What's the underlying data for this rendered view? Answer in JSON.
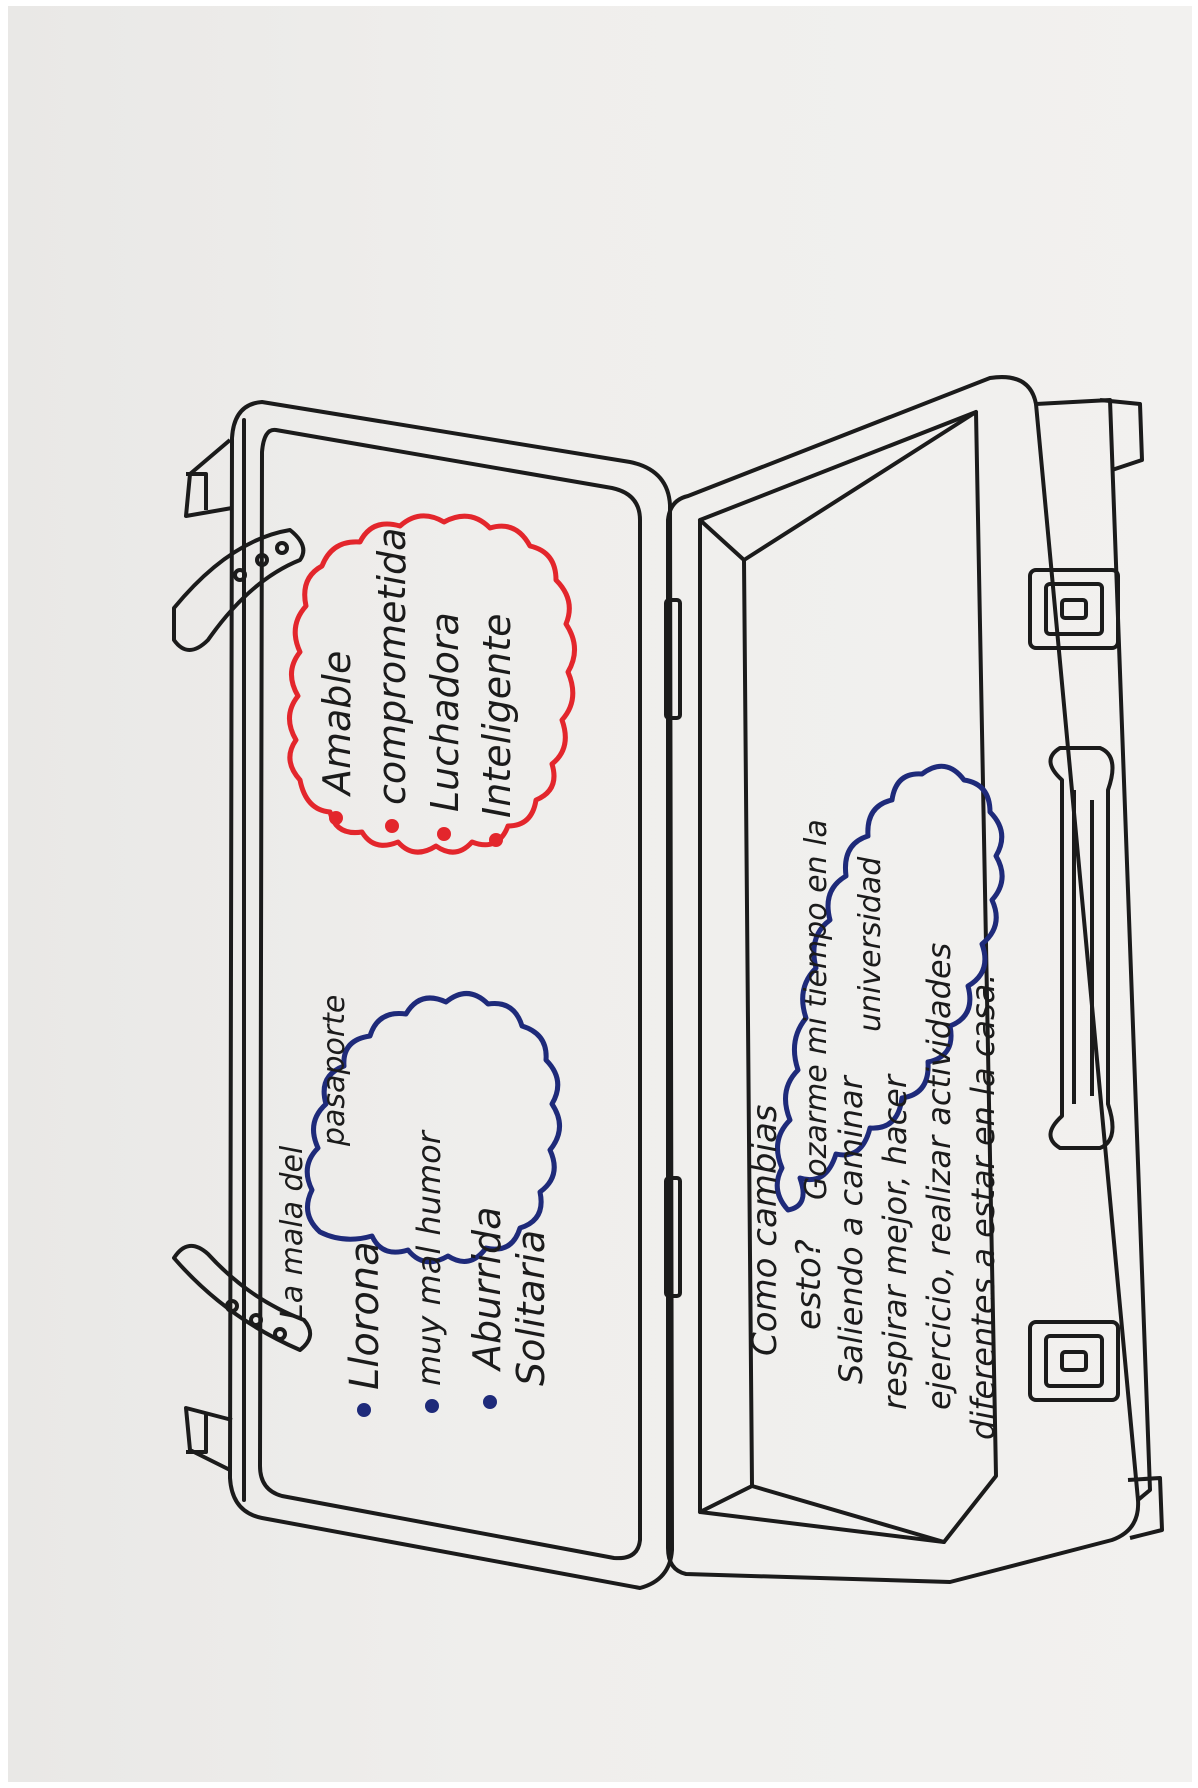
{
  "drawing": {
    "subject": "open suitcase",
    "lid_left": {
      "heading": "La mala del pasaporte",
      "heading_line1": "La mala del",
      "heading_line2": "pasaporte",
      "items": [
        "Llorona",
        "muy mal humor",
        "Aburrida",
        "Solitaria"
      ],
      "bullet_color": "#1e2a7a"
    },
    "lid_right": {
      "items": [
        "Amable",
        "comprometida",
        "Luchadora",
        "Inteligente"
      ],
      "bullet_color": "#e3262c"
    },
    "base": {
      "question_line1": "Como cambias",
      "question_line2": "esto?",
      "bubble_line1": "Gozarme mi tiempo en la",
      "bubble_line2": "universidad",
      "answer_lines": [
        "Saliendo a caminar",
        "respirar mejor, hacer",
        "ejercicio, realizar actividades",
        "diferentes a estar en la casa."
      ],
      "bubble_color": "#1e2a7a"
    },
    "ink_color": "#1b1b1b"
  }
}
